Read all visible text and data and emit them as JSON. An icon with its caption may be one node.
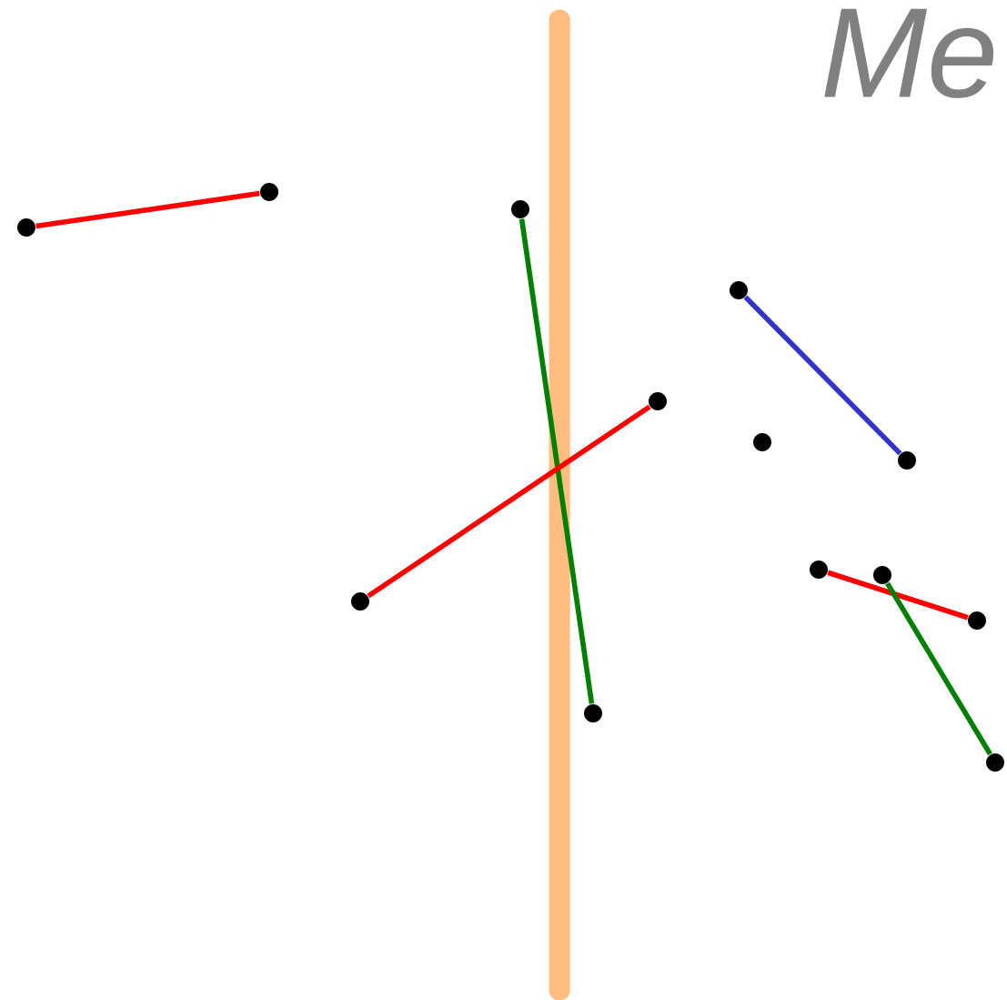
{
  "diagram": {
    "nodes": [
      {
        "text": [],
        "shape": "circle"
      },
      {
        "text": [],
        "shape": "circle"
      },
      {
        "text": [],
        "shape": "circle"
      },
      {
        "text": [],
        "shape": "circle"
      },
      {
        "text": [],
        "shape": "circle"
      },
      {
        "text": [],
        "shape": "circle"
      },
      {
        "text": [],
        "shape": "circle"
      },
      {
        "text": [],
        "shape": "circle"
      },
      {
        "text": [],
        "shape": "circle"
      },
      {
        "text": [],
        "shape": "circle"
      },
      {
        "text": [],
        "shape": "circle"
      },
      {
        "text": [],
        "shape": "circle"
      },
      {
        "text": [],
        "shape": "circle"
      }
    ],
    "edges": [
      {
        "from": 0,
        "to": 1,
        "arrow": "none"
      },
      {
        "from": 2,
        "to": 11,
        "arrow": "none",
        "color": "#008000"
      },
      {
        "from": 3,
        "to": 6,
        "arrow": "none",
        "color": "#3333cc"
      },
      {
        "from": 9,
        "to": 4,
        "arrow": "none"
      },
      {
        "from": 7,
        "to": 10,
        "arrow": "none"
      },
      {
        "from": 8,
        "to": 12,
        "arrow": "none",
        "color": "#008000"
      }
    ],
    "labels": [
      "Me"
    ]
  }
}
